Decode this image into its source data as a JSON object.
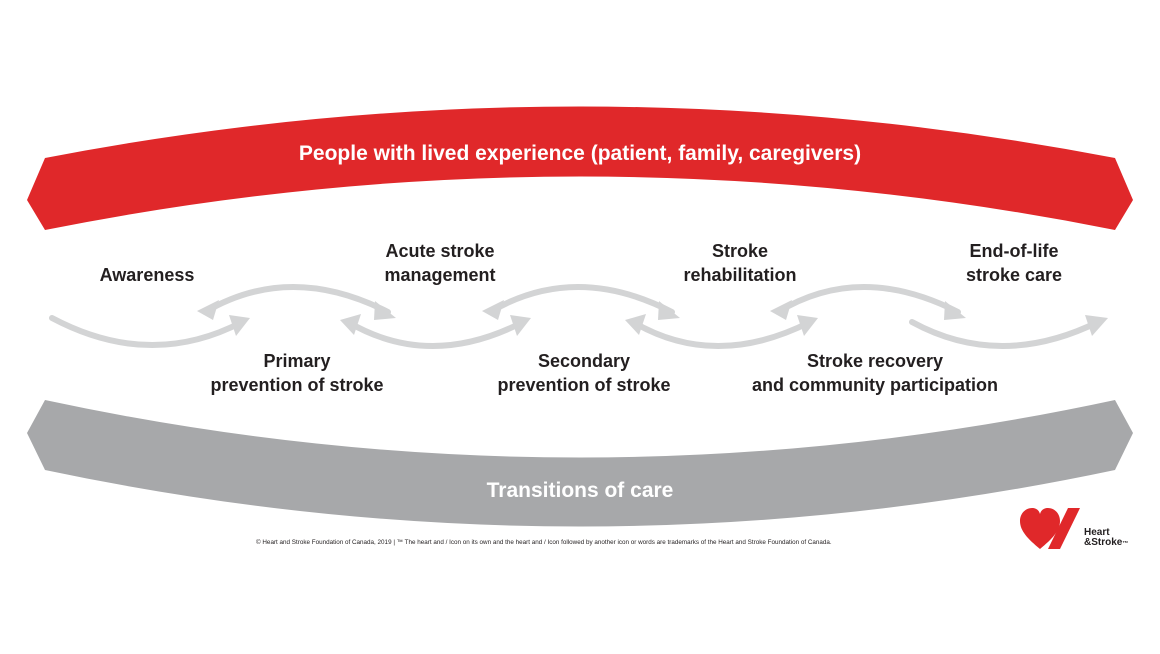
{
  "top_band": {
    "text": "People with lived experience (patient, family, caregivers)",
    "color": "#e0282a"
  },
  "bottom_band": {
    "text": "Transitions of care",
    "color": "#a7a8aa"
  },
  "arrow_color": "#d3d4d5",
  "stages_top": [
    {
      "line1": "Awareness",
      "line2": ""
    },
    {
      "line1": "Acute stroke",
      "line2": "management"
    },
    {
      "line1": "Stroke",
      "line2": "rehabilitation"
    },
    {
      "line1": "End-of-life",
      "line2": "stroke care"
    }
  ],
  "stages_bottom": [
    {
      "line1": "Primary",
      "line2": "prevention of stroke"
    },
    {
      "line1": "Secondary",
      "line2": "prevention of stroke"
    },
    {
      "line1": "Stroke recovery",
      "line2": "and community participation"
    }
  ],
  "footer": "© Heart and Stroke Foundation of Canada, 2019 | ™ The heart and / Icon on its own and the heart and / Icon followed by another icon or words are trademarks of the Heart and Stroke Foundation of Canada.",
  "logo": {
    "line1": "Heart",
    "line2": "&Stroke",
    "tm": "™"
  }
}
